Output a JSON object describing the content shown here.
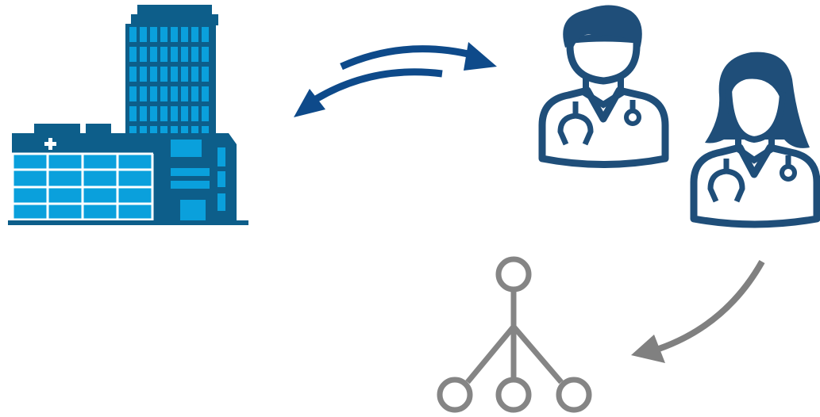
{
  "diagram": {
    "nodes": [
      {
        "id": "hospital",
        "icon": "hospital-building-icon"
      },
      {
        "id": "doctors",
        "icon": "doctors-icon"
      },
      {
        "id": "hierarchy",
        "icon": "hierarchy-tree-icon"
      }
    ],
    "edges": [
      {
        "from": "hospital",
        "to": "doctors",
        "icon": "arrow-right-icon",
        "color": "#0e4a8a"
      },
      {
        "from": "doctors",
        "to": "hospital",
        "icon": "arrow-left-icon",
        "color": "#0e4a8a"
      },
      {
        "from": "doctors",
        "to": "hierarchy",
        "icon": "arrow-down-left-icon",
        "color": "#808080"
      }
    ]
  },
  "colors": {
    "building_dark": "#0d5e8a",
    "building_light": "#0aa0dc",
    "doctor": "#1f4e79",
    "arrow_blue": "#0e4a8a",
    "arrow_gray": "#808080",
    "tree_gray": "#858585"
  }
}
